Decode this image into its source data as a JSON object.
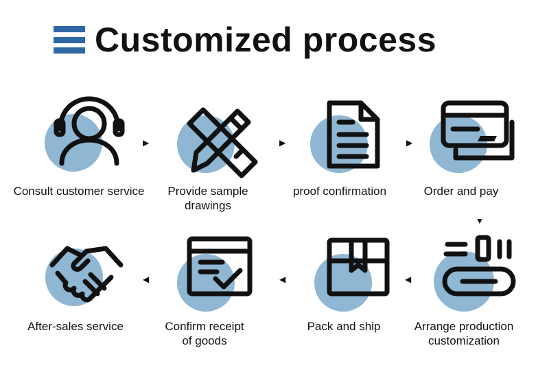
{
  "title": "Customized process",
  "colors": {
    "accent_bar": "#2e67a4",
    "circle": "#8fb6d3",
    "stroke": "#111111"
  },
  "steps": [
    {
      "label": "Consult customer service",
      "icon": "headset-person-icon"
    },
    {
      "label": "Provide sample\ndrawings",
      "icon": "pencil-ruler-icon"
    },
    {
      "label": "proof confirmation",
      "icon": "document-icon"
    },
    {
      "label": "Order and pay",
      "icon": "credit-card-icon"
    },
    {
      "label": "Arrange production\ncustomization",
      "icon": "conveyor-belt-icon"
    },
    {
      "label": "Pack and ship",
      "icon": "package-box-icon"
    },
    {
      "label": "Confirm receipt\nof goods",
      "icon": "box-check-icon"
    },
    {
      "label": "After-sales service",
      "icon": "handshake-icon"
    }
  ],
  "arrows": {
    "right": "▶",
    "left": "◀",
    "down": "▼"
  }
}
